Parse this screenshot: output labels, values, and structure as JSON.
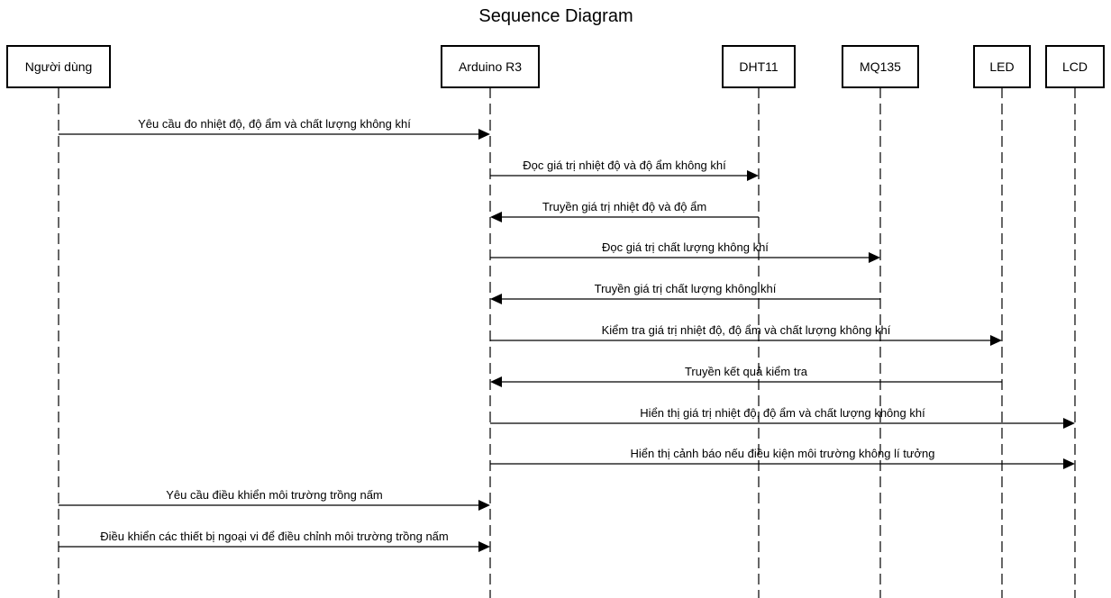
{
  "title": "Sequence Diagram",
  "actors": [
    {
      "id": "nguoi-dung",
      "label": "Người dùng"
    },
    {
      "id": "arduino",
      "label": "Arduino R3"
    },
    {
      "id": "dht11",
      "label": "DHT11"
    },
    {
      "id": "mq135",
      "label": "MQ135"
    },
    {
      "id": "led",
      "label": "LED"
    },
    {
      "id": "lcd",
      "label": "LCD"
    }
  ],
  "messages": [
    {
      "from": "nguoi-dung",
      "to": "arduino",
      "label": "Yêu cầu đo nhiệt độ, độ ẩm và chất lượng không khí"
    },
    {
      "from": "arduino",
      "to": "dht11",
      "label": "Đọc giá trị nhiệt độ và độ ẩm không khí"
    },
    {
      "from": "dht11",
      "to": "arduino",
      "label": "Truyền giá trị nhiệt độ và độ ẩm"
    },
    {
      "from": "arduino",
      "to": "mq135",
      "label": "Đọc giá trị chất lượng không khí"
    },
    {
      "from": "mq135",
      "to": "arduino",
      "label": "Truyền giá trị chất lượng không khí"
    },
    {
      "from": "arduino",
      "to": "led",
      "label": "Kiểm tra giá trị nhiệt độ, độ ẩm và chất lượng không khí"
    },
    {
      "from": "led",
      "to": "arduino",
      "label": "Truyền kết quả kiểm tra"
    },
    {
      "from": "arduino",
      "to": "lcd",
      "label": "Hiển thị giá trị nhiệt độ, độ ẩm và chất lượng không khí"
    },
    {
      "from": "arduino",
      "to": "lcd",
      "label": "Hiển thị cảnh báo nếu điều kiện môi trường không lí tưởng"
    },
    {
      "from": "nguoi-dung",
      "to": "arduino",
      "label": "Yêu cầu điều khiển môi trường trồng nấm"
    },
    {
      "from": "nguoi-dung",
      "to": "arduino",
      "label": "Điều khiển các thiết bị ngoại vi để điều chỉnh môi trường trồng nấm"
    }
  ]
}
